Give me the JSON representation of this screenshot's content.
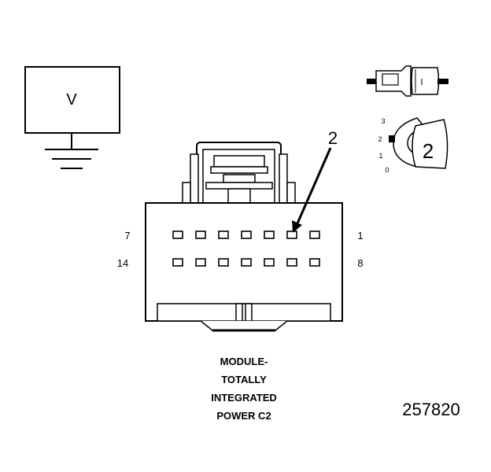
{
  "meter": {
    "label": "V"
  },
  "connector": {
    "pins_row1": {
      "left": "7",
      "right": "1"
    },
    "pins_row2": {
      "left": "14",
      "right": "8"
    },
    "callout": "2",
    "title_lines": [
      "MODULE-",
      "TOTALLY",
      "INTEGRATED",
      "POWER C2"
    ]
  },
  "inset": {
    "positions": [
      "3",
      "2",
      "1",
      "0"
    ],
    "selected_label": "2"
  },
  "figure_id": "257820"
}
